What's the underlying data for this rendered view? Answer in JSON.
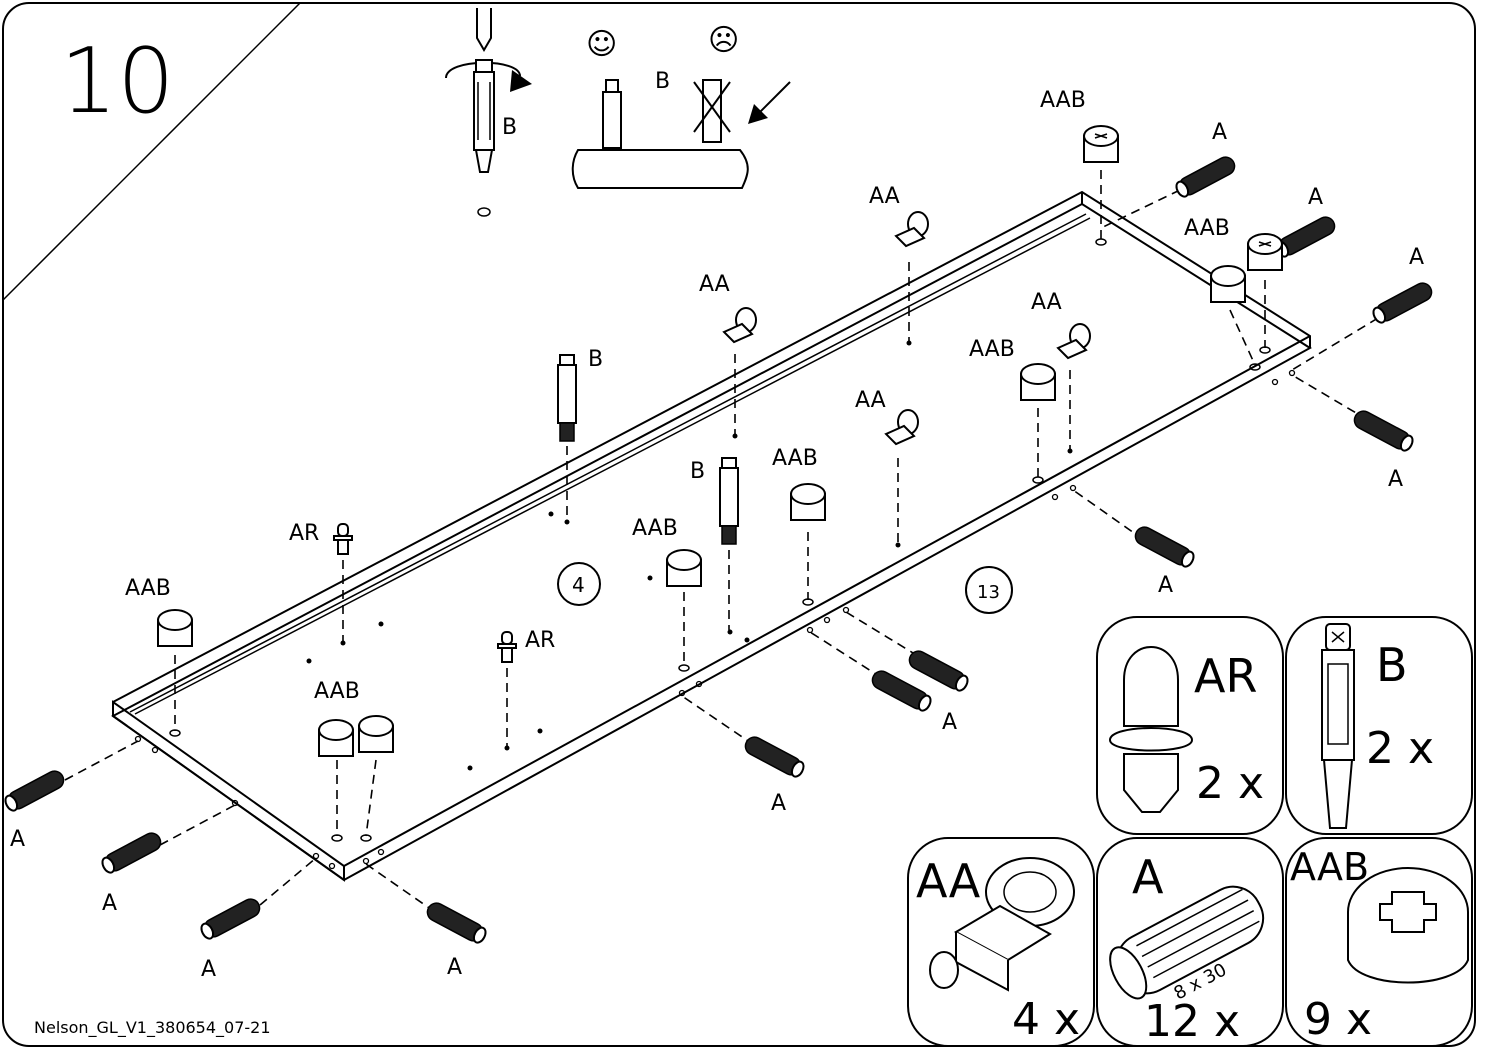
{
  "step": {
    "number": "10"
  },
  "footer": {
    "code": "Nelson_GL_V1_380654_07-21"
  },
  "detail": {
    "face_good": "☺",
    "face_bad": "☹",
    "label_b_screw": "B",
    "label_b_compare": "B"
  },
  "panels": {
    "panel_left": "4",
    "panel_right": "13"
  },
  "labels": {
    "aab": "AAB",
    "aa": "AA",
    "a": "A",
    "b": "B",
    "ar": "AR"
  },
  "legend": {
    "ar": {
      "code": "AR",
      "qty": "2 x"
    },
    "b": {
      "code": "B",
      "qty": "2 x"
    },
    "aa": {
      "code": "AA",
      "qty": "4 x"
    },
    "a": {
      "code": "A",
      "qty": "12 x",
      "size": "8 x 30"
    },
    "aab": {
      "code": "AAB",
      "qty": "9 x"
    }
  }
}
